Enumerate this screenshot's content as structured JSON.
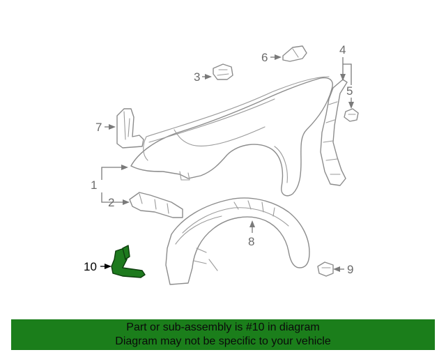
{
  "callouts": {
    "c1": "1",
    "c2": "2",
    "c3": "3",
    "c4": "4",
    "c5": "5",
    "c6": "6",
    "c7": "7",
    "c8": "8",
    "c9": "9",
    "c10": "10"
  },
  "highlighted_part": "10",
  "colors": {
    "highlight": "#1e7a1e",
    "banner": "#1b7e1b",
    "line_art": "#8c8c8c"
  },
  "banner": {
    "line1": "Part or sub-assembly is #10 in diagram",
    "line2": "Diagram may not be specific to your vehicle"
  }
}
